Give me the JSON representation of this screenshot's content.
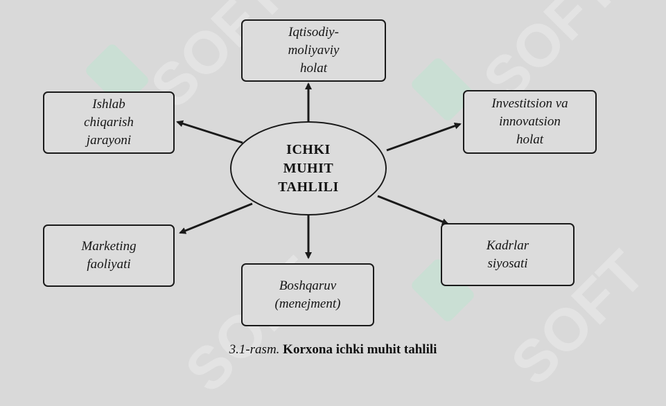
{
  "center": {
    "label": "ICHKI\nMUHIT\nTAHLILI"
  },
  "nodes": [
    {
      "id": "top",
      "label": "Iqtisodiy-\nmoliyaviy\nholat"
    },
    {
      "id": "top-left",
      "label": "Ishlab\nchiqarish\njarayoni"
    },
    {
      "id": "top-right",
      "label": "Investitsion va\ninnovatsion\nholat"
    },
    {
      "id": "bottom-left",
      "label": "Marketing\nfaoliyati"
    },
    {
      "id": "bottom",
      "label": "Boshqaruv\n(menejment)"
    },
    {
      "id": "bottom-right",
      "label": "Kadrlar\nsiyosati"
    }
  ],
  "caption": {
    "number": "3.1-rasm.",
    "text": "Korxona ichki muhit tahlili"
  },
  "watermark": {
    "text": "SOFT"
  },
  "colors": {
    "background": "#d9d9d9",
    "stroke": "#1a1a1a",
    "watermark": "#b9e6cf"
  }
}
